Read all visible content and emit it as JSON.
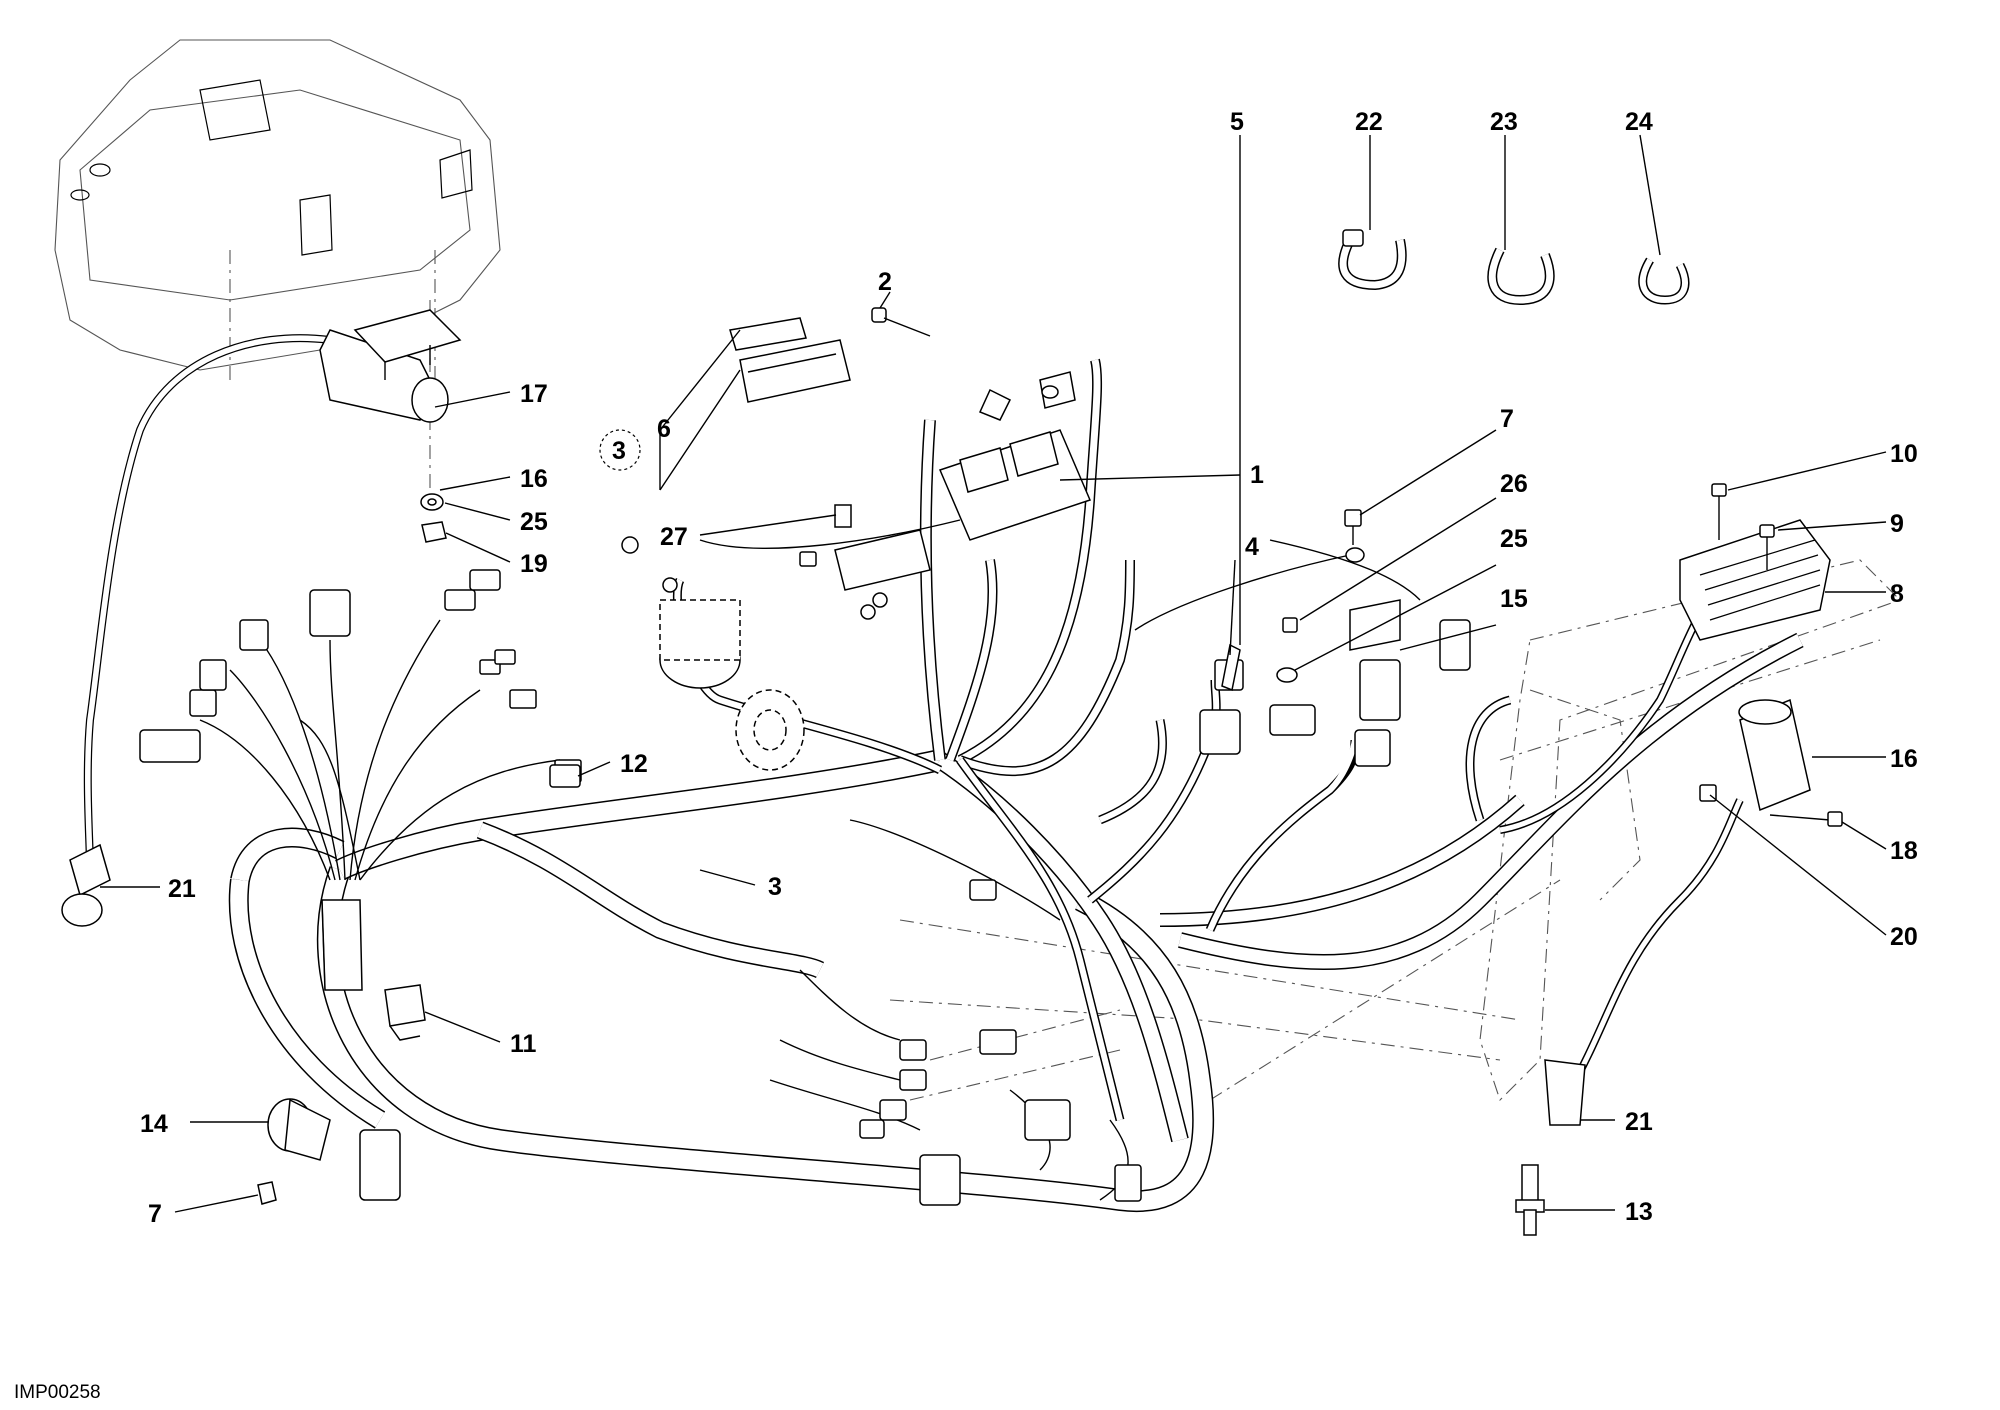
{
  "drawing_code": "IMP00258",
  "callouts": {
    "c1": "1",
    "c2": "2",
    "c3a": "3",
    "c3b": "3",
    "c4": "4",
    "c5": "5",
    "c6": "6",
    "c7a": "7",
    "c7b": "7",
    "c8": "8",
    "c9": "9",
    "c10": "10",
    "c11": "11",
    "c12": "12",
    "c13": "13",
    "c14": "14",
    "c15": "15",
    "c16a": "16",
    "c16b": "16",
    "c17": "17",
    "c18": "18",
    "c19": "19",
    "c20": "20",
    "c21a": "21",
    "c21b": "21",
    "c22": "22",
    "c23": "23",
    "c24": "24",
    "c25a": "25",
    "c25b": "25",
    "c26": "26",
    "c27": "27"
  }
}
